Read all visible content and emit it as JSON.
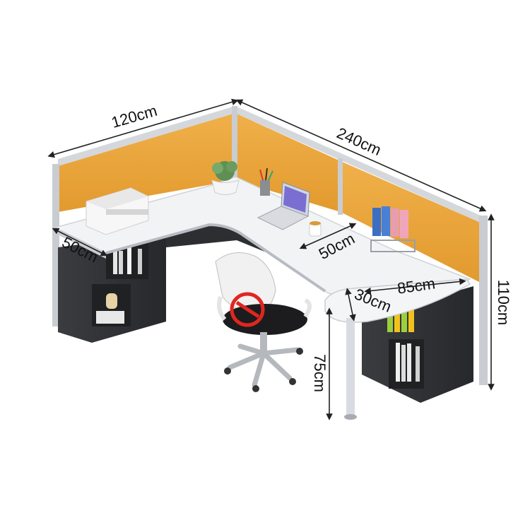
{
  "dimensions": {
    "width_left": "120cm",
    "width_right": "240cm",
    "depth_left": "50cm",
    "depth_right": "50cm",
    "extension_length": "85cm",
    "extension_depth": "30cm",
    "partition_height": "110cm",
    "desk_height": "75cm"
  },
  "colors": {
    "partition_panel": "#eeaa3c",
    "desk_top": "#f2f3f5",
    "cabinet": "#2f3134",
    "frame": "#c9ccd1",
    "no_sign": "#e0261f"
  },
  "icons": {
    "chair_overlay": "no-entry-sign-icon"
  }
}
